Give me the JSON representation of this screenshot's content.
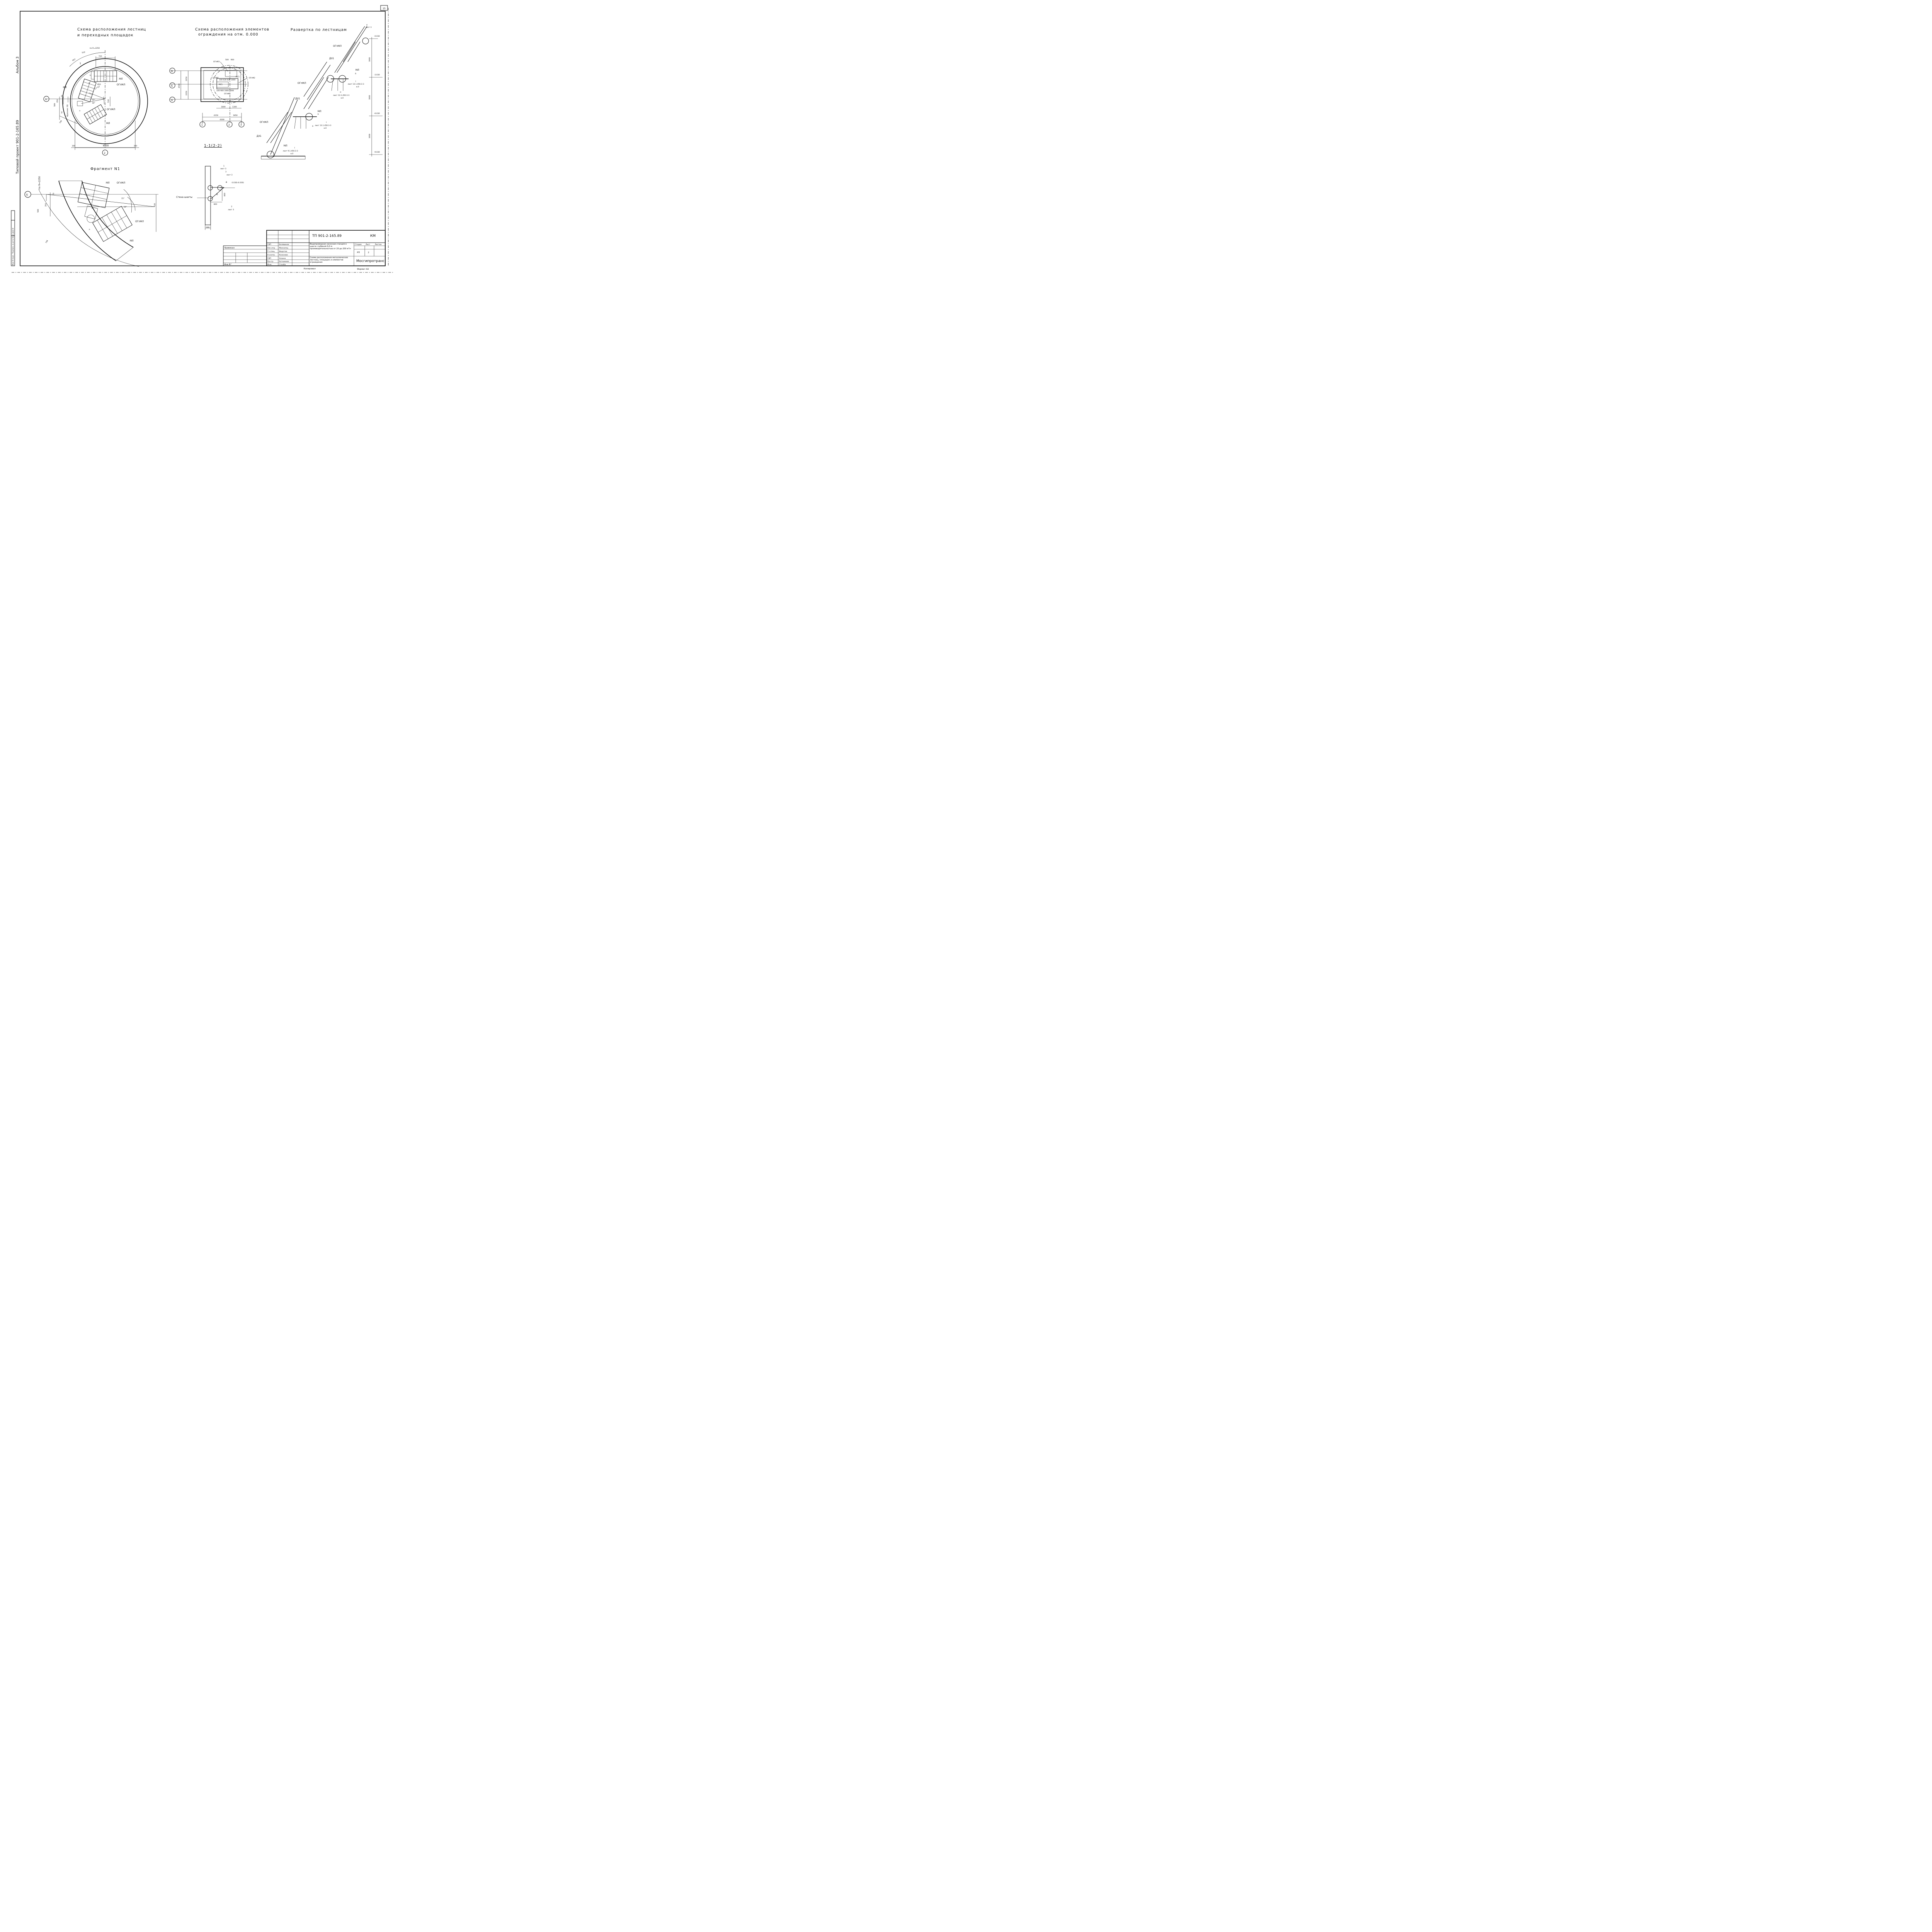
{
  "sheet": {
    "page_number": "15",
    "album": "Альбом 3",
    "project": "Типовой   проект 901-2-165.89"
  },
  "titles": {
    "plan_line1": "Схема расположения лестниц",
    "plan_line2": "и переходных площадок",
    "fence_line1": "Схема расположения элементов",
    "fence_line2": "ограждения на отм. 0.000",
    "unfold": "Развертка по лестницам",
    "fragment": "Фрагмент N1",
    "section": "1-1(2-2)"
  },
  "plan": {
    "dim_667": "667",
    "dim_510": "510",
    "radius_note": "по R=2250",
    "dim_720": "720",
    "dim_850": "850",
    "dim_70": "70",
    "dim_350": "350",
    "dim_589": "589",
    "dim_706": "706",
    "dim_530": "530",
    "dim_4500": "4500",
    "dim_300_left": "300",
    "dim_300_right": "300",
    "angle_15": "15°",
    "angle_18": "18°",
    "angle_17": "17°53'",
    "axis_b": "Б",
    "axis_2": "2",
    "cut_1": "1",
    "cut_2": "2",
    "fragment_label": "Фрагмент N1",
    "ml_top": "МЛ",
    "ml_left": "МЛ",
    "ml_bottom": "МЛ",
    "ogpml_1": "ОГпМЛ",
    "ogpml_2": "ОГпМЛ",
    "mark_a1": "а",
    "mark_a2": "а",
    "mark_a3": "а"
  },
  "fence": {
    "axis_v": "В",
    "axis_b": "Б",
    "axis_a": "А",
    "axis_1": "1",
    "axis_2": "2",
    "axis_3": "3",
    "dim_4500": "4500",
    "dim_2250_top": "2250",
    "dim_2250_bot": "2250",
    "dim_500": "500",
    "dim_900": "900",
    "dim_1800": "1800",
    "dim_1300": "1300",
    "dim_4150": "4150",
    "dim_1850": "1850",
    "dim_6000": "6000",
    "ogpm1": "ОГпМ1",
    "ogpm2": "ОГпМ2",
    "ogpm3": "ОГпМ3",
    "ogpm4": "ОГпМ4",
    "mc1_a": "МС1",
    "mc1_b": "МС1",
    "inner_dims_1": "100  630 630  1000",
    "inner_dims_2": "100  900   1000 1000"
  },
  "unfold": {
    "callout_4": "4",
    "callout_4_sheet": "лист 3",
    "lvl_1": "-0.030",
    "lvl_2": "-3.030",
    "lvl_3": "-6.030",
    "lvl_4": "-9.030",
    "dim_3000_a": "3000",
    "dim_3000_b": "3000",
    "dim_3000_c": "3000",
    "ogpml_1": "ОГпМЛ",
    "ogpml_2": "ОГпМЛ",
    "ogpml_3": "ОГпМЛ",
    "dx1_1": "ДХ1",
    "dx1_2": "ДХ1",
    "dx1_3": "ДХ1",
    "ml_1": "МЛ",
    "ml_2": "МЛ",
    "ml_3": "МЛ",
    "mark_b1": "б",
    "mark_b2": "б",
    "mark_b3": "б",
    "note_1": "лист 13.1.450.3-3",
    "note_1_sub": "в.0",
    "note_1_num": "I",
    "note_2": "лист 13.1.450.3-3",
    "note_2_sub": "в.0",
    "note_2_num": "II",
    "note_3": "лист 13.1.450.3-3",
    "note_3_sub": "в.0",
    "note_3_num": "I",
    "note_4": "лист 9.1.450.3-3",
    "note_4_sub": "в.0",
    "note_4_num": "I"
  },
  "fragment": {
    "radius_note": "по R=2250",
    "axis_b": "Б",
    "dim_70": "70",
    "dim_350": "350",
    "dim_589": "589",
    "dim_530": "530",
    "dim_706": "706",
    "angle_15": "15°",
    "angle_18": "18°",
    "ml_1": "МЛ",
    "ml_2": "МЛ",
    "ogpml_1": "ОГпМЛ",
    "ogpml_2": "ОГпМЛ",
    "mark_a1": "а",
    "mark_a2": "а"
  },
  "section": {
    "callout_1": "1",
    "callout_1_sheet": "лист 3",
    "callout_3": "3",
    "callout_3_sheet": "лист 3",
    "callout_2": "2",
    "callout_2_sheet": "лист 3",
    "mark_a": "а",
    "mark_b": "б",
    "level": "-3.030(-6.030)",
    "dim_800_v": "800",
    "dim_800_h": "800",
    "dim_300": "300",
    "wall_label": "Стена шахты"
  },
  "title_block": {
    "code": "ТП 901-2-165.89",
    "mark": "КМ",
    "attached": "Привязан",
    "inv_no": "Инв.N°",
    "object": "Водопроводная насосная станция в шахте глубиной 9,0 м производительностью от 20 до 200 м³/ч",
    "sheet_title": "Схема расположения металлических лестниц, площадок и элементов ограждения",
    "stage_header": "Стадия",
    "sheet_header": "Лист",
    "sheets_header": "Листов",
    "stage": "РП",
    "sheet_no": "2",
    "organization": "Мосгипротранс",
    "copied": "Копировал",
    "format": "Формат А2",
    "roles": [
      "ГИП",
      "Нач.отд.",
      "Гл.спец.",
      "Н.контр.",
      "ГИП",
      "Рук.гр.",
      "Инж."
    ],
    "names": [
      "Белявинов",
      "Москалец",
      "Федотов",
      "Коханова",
      "Ухлина",
      "Ботникова",
      "Столба"
    ],
    "left_stamp": "Инв.N подл.  Подпись и дата  Взам.инв.N"
  }
}
